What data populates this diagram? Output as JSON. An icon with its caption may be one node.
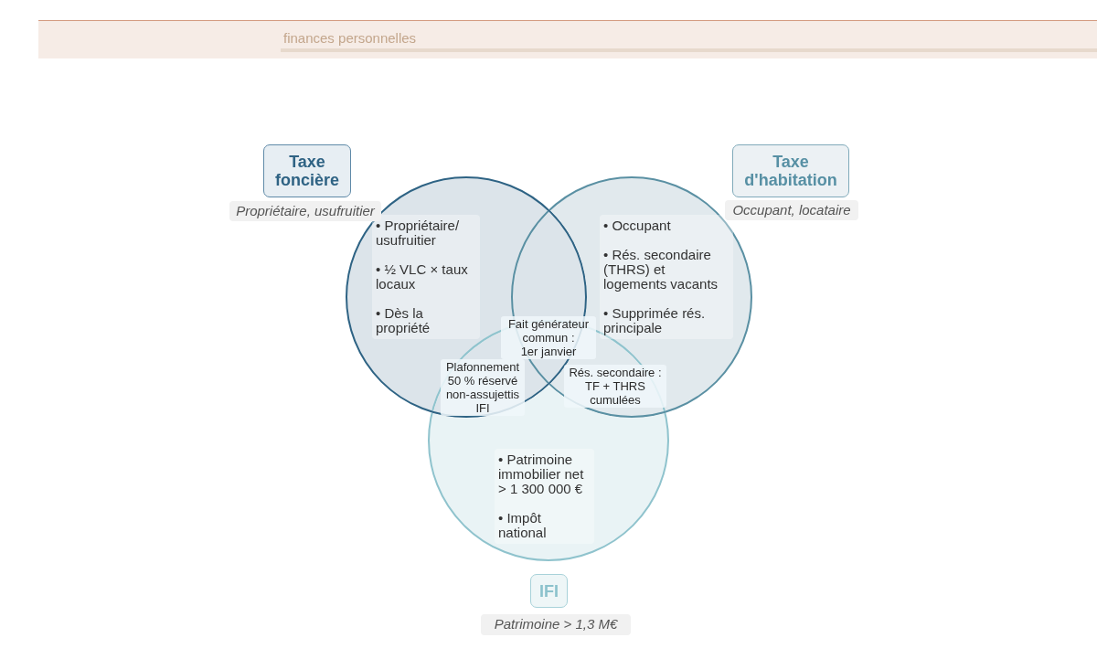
{
  "diagram": {
    "nodes": [
      {
        "text": [
          "Taxe foncière",
          "• Propriétaire/ usufruitier",
          "• ½ VLC × taux locaux",
          "• Dès la propriété"
        ],
        "beside": [
          "Propriétaire, usufruitier"
        ]
      },
      {
        "text": [
          "Taxe d'habitation",
          "• Occupant",
          "• Rés. secondaire (THRS) et logements vacants",
          "• Supprimée rés. principale"
        ],
        "beside": [
          "Occupant, locataire"
        ]
      },
      {
        "text": [
          "• Patrimoine immobilier net > 1 300 000 €",
          "• Impôt national",
          "IFI"
        ],
        "beside": [
          "Patrimoine > 1,3 M€"
        ]
      }
    ],
    "labels": [
      "finances personnelles",
      "Fait générateur commun : 1er janvier",
      "Plafonnement 50 % réservé non-assujettis IFI",
      "Rés. secondaire : TF + THRS cumulées"
    ]
  }
}
